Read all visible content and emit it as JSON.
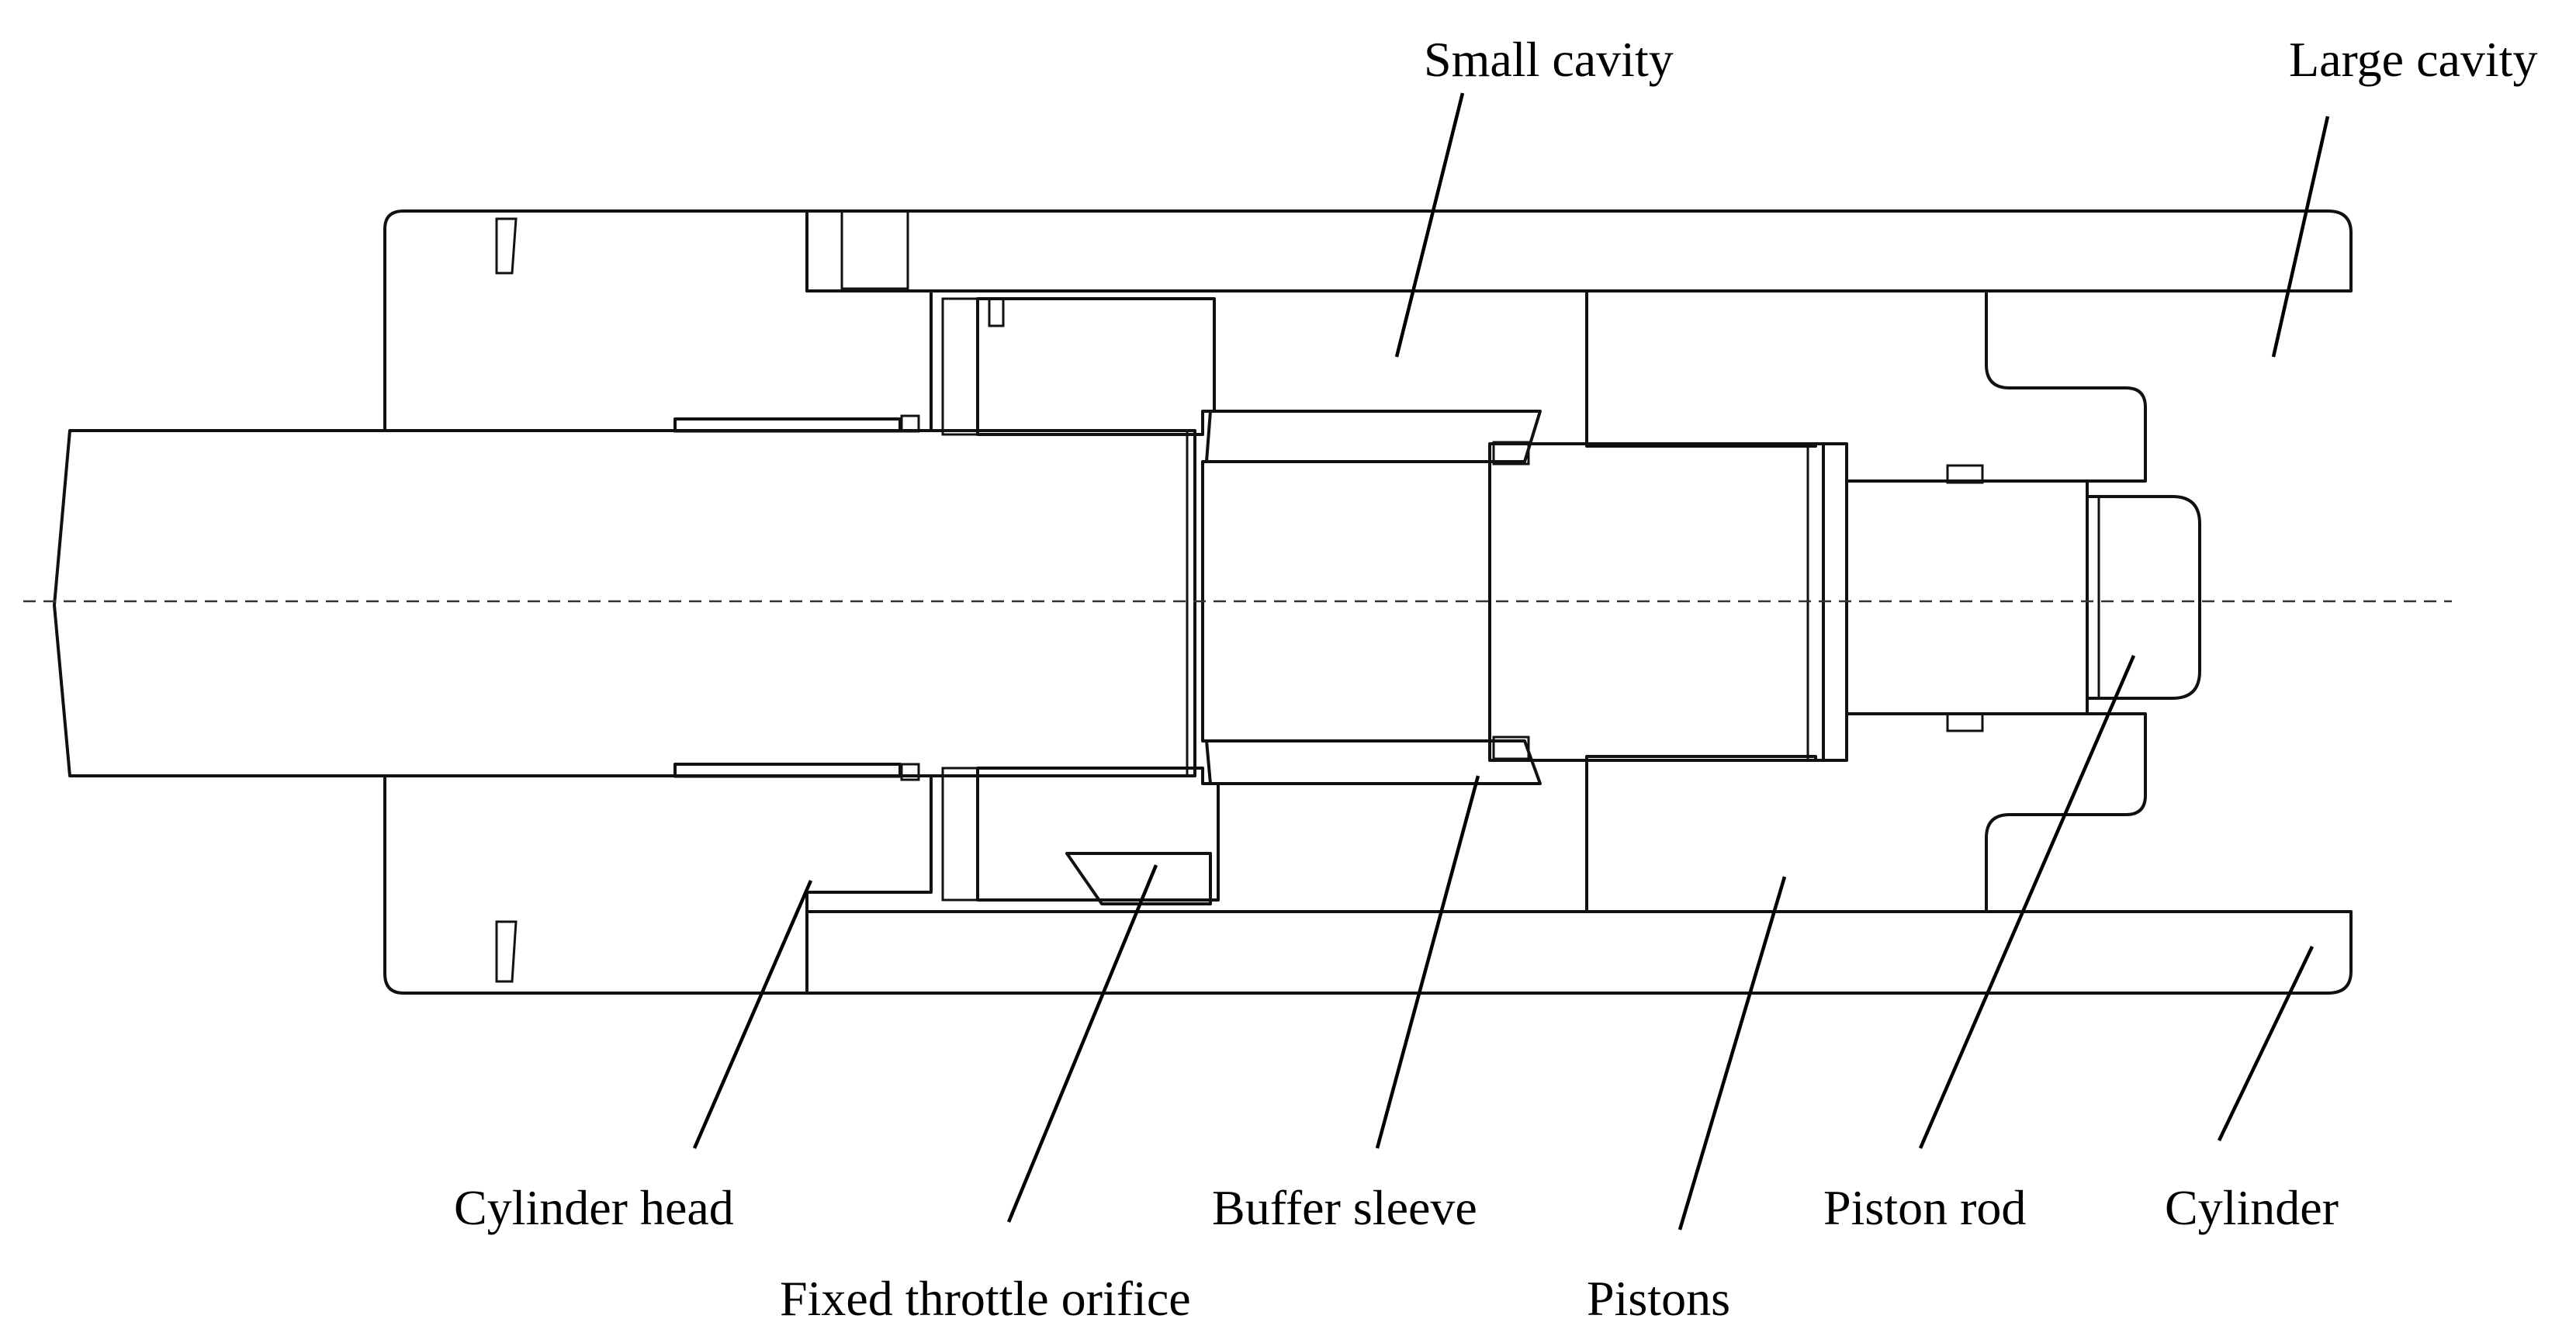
{
  "labels": {
    "small_cavity": "Small cavity",
    "large_cavity": "Large cavity",
    "cylinder_head": "Cylinder head",
    "fixed_throttle_orifice": "Fixed throttle orifice",
    "buffer_sleeve": "Buffer sleeve",
    "pistons": "Pistons",
    "piston_rod": "Piston rod",
    "cylinder": "Cylinder"
  },
  "colors": {
    "line": "#111111",
    "background": "#ffffff"
  }
}
